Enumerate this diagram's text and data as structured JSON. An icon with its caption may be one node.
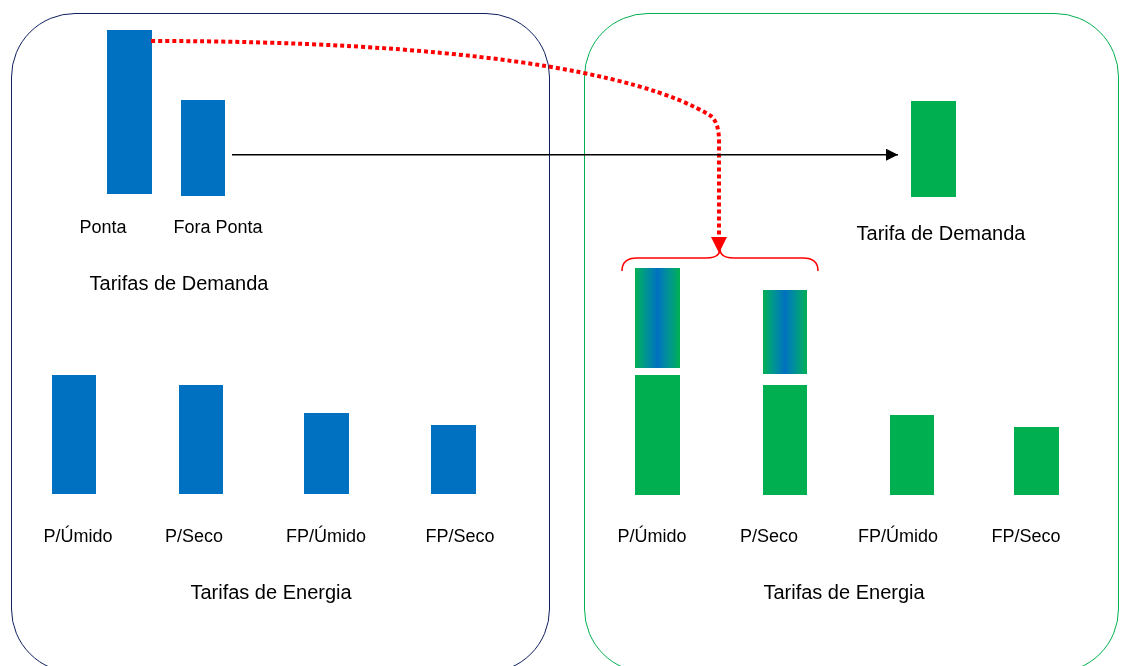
{
  "diagram": {
    "nodes": [
      {
        "text": [
          "Tarifas de Demanda",
          "Tarifas de Energia"
        ]
      },
      {
        "text": [],
        "shape": "bar",
        "in": 0,
        "beside": [
          "Ponta"
        ]
      },
      {
        "text": [],
        "shape": "bar",
        "in": 0,
        "beside": [
          "Fora Ponta"
        ]
      },
      {
        "text": [],
        "shape": "bar",
        "in": 0,
        "beside": [
          "P/Úmido"
        ]
      },
      {
        "text": [],
        "shape": "bar",
        "in": 0,
        "beside": [
          "P/Seco"
        ]
      },
      {
        "text": [],
        "shape": "bar",
        "in": 0,
        "beside": [
          "FP/Úmido"
        ]
      },
      {
        "text": [],
        "shape": "bar",
        "in": 0,
        "beside": [
          "FP/Seco"
        ]
      },
      {
        "text": [
          "Tarifa de Demanda",
          "Tarifas de Energia"
        ]
      },
      {
        "text": [],
        "shape": "bar",
        "in": 7
      },
      {
        "text": [],
        "shape": "brace",
        "in": 7
      },
      {
        "text": [],
        "shape": "bar",
        "in": 7
      },
      {
        "text": [],
        "shape": "bar",
        "in": 7,
        "beside": [
          "P/Úmido"
        ]
      },
      {
        "text": [],
        "shape": "bar",
        "in": 7
      },
      {
        "text": [],
        "shape": "bar",
        "in": 7,
        "beside": [
          "P/Seco"
        ]
      },
      {
        "text": [],
        "shape": "bar",
        "in": 7,
        "beside": [
          "FP/Úmido"
        ]
      },
      {
        "text": [],
        "shape": "bar",
        "in": 7,
        "beside": [
          "FP/Seco"
        ]
      }
    ],
    "edges": [
      {
        "from": 1,
        "to": 9,
        "arrow": "to",
        "style": "dashed",
        "color": "#ff0000"
      },
      {
        "from": 2,
        "to": 8,
        "arrow": "to",
        "color": "#000000"
      }
    ]
  }
}
